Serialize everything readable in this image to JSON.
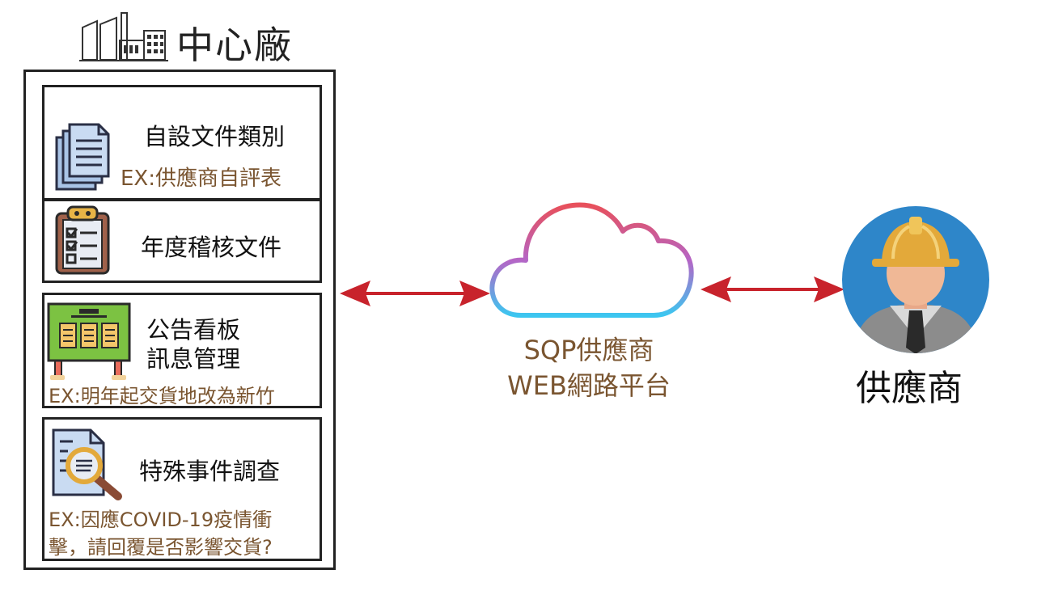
{
  "center": {
    "title": "中心廠"
  },
  "modules": {
    "custom_docs": {
      "title": "自設文件類別",
      "example": "EX:供應商自評表"
    },
    "annual_audit": {
      "title": "年度稽核文件"
    },
    "bulletin": {
      "title_line1": "公告看板",
      "title_line2": "訊息管理",
      "example": "EX:明年起交貨地改為新竹"
    },
    "special_event": {
      "title": "特殊事件調查",
      "example_line1": "EX:因應COVID-19疫情衝",
      "example_line2": "擊，請回覆是否影響交貨?"
    }
  },
  "platform": {
    "line1": "SQP供應商",
    "line2": "WEB網路平台"
  },
  "supplier": {
    "label": "供應商"
  },
  "colors": {
    "arrow": "#c8232c",
    "example_text": "#7a5530",
    "cloud_gradient": [
      "#e8505b",
      "#b565c6",
      "#3cc6f0"
    ],
    "avatar_bg": "#2e86c9",
    "helmet": "#e3a93a"
  },
  "icons": {
    "factory": "factory-icon",
    "documents": "documents-icon",
    "clipboard": "clipboard-icon",
    "bulletin_board": "bulletin-board-icon",
    "search_document": "search-document-icon",
    "cloud": "cloud-icon",
    "worker": "worker-avatar-icon"
  }
}
